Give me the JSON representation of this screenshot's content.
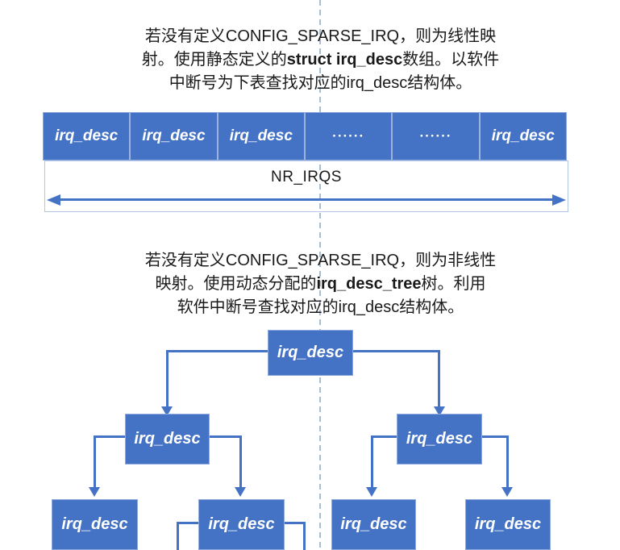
{
  "colors": {
    "node_fill": "#4472C4",
    "node_text": "#ffffff",
    "connector": "#4472C4",
    "cell_separator": "#9cb4dd",
    "range_border": "#b4c7e7",
    "divider_dashed": "#aabdd7",
    "body_text": "#1a1a1a"
  },
  "linear": {
    "desc": {
      "line1": "若没有定义CONFIG_SPARSE_IRQ，则为线性映",
      "line2_pre": "射。使用静态定义的",
      "line2_bold": "struct irq_desc",
      "line2_post": "数组。以软件",
      "line3": "中断号为下表查找对应的irq_desc结构体。"
    },
    "cells": [
      "irq_desc",
      "irq_desc",
      "irq_desc",
      "······",
      "······",
      "irq_desc"
    ],
    "range_label": "NR_IRQS"
  },
  "tree": {
    "desc": {
      "line1": "若没有定义CONFIG_SPARSE_IRQ，则为非线性",
      "line2_pre": "映射。使用动态分配的",
      "line2_bold": "irq_desc_tree",
      "line2_post": "树。利用",
      "line3": "软件中断号查找对应的irq_desc结构体。"
    },
    "root_label": "irq_desc",
    "level2_labels": [
      "irq_desc",
      "irq_desc"
    ],
    "leaf_labels": [
      "irq_desc",
      "irq_desc",
      "irq_desc",
      "irq_desc"
    ]
  }
}
